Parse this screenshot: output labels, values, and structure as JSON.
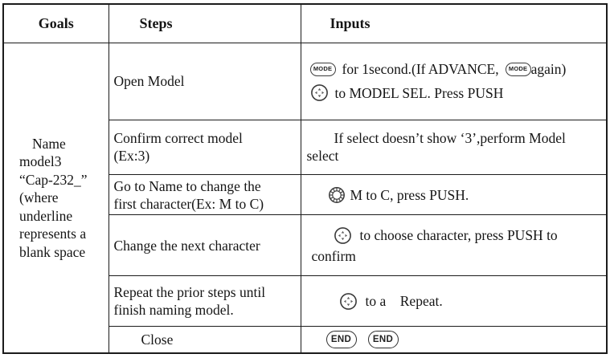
{
  "header": {
    "goals": "Goals",
    "steps": "Steps",
    "inputs": "Inputs"
  },
  "goals": {
    "lines": [
      "Name",
      "model3",
      "“Cap-232_”",
      "(where",
      "underline",
      "represents a",
      "blank space"
    ]
  },
  "steps": {
    "row1": [
      "Open Model"
    ],
    "row2": [
      "Confirm correct model",
      "(Ex:3)"
    ],
    "row3": [
      "Go to Name to change the",
      "first character(Ex: M to C)"
    ],
    "row4": [
      "Change the next character"
    ],
    "row5": [
      "Repeat the prior steps until",
      "finish naming model."
    ],
    "row6": [
      "Close"
    ]
  },
  "inputs": {
    "row1": {
      "line1_pre": "for 1second.(If ADVANCE,",
      "line1_post": "again)",
      "line2": "to MODEL SEL. Press PUSH"
    },
    "row2": {
      "line1": "If select doesn’t show ‘3’,perform Model",
      "line2": "select"
    },
    "row3": {
      "text": "M to C, press PUSH."
    },
    "row4": {
      "line1": "to choose character, press PUSH to",
      "line2": "confirm"
    },
    "row5": {
      "text": "to a    Repeat."
    },
    "row6": {}
  },
  "icon_labels": {
    "mode": "MODE",
    "end": "END"
  },
  "colors": {
    "border": "#1b1b1b",
    "text": "#151515",
    "background": "#ffffff"
  }
}
